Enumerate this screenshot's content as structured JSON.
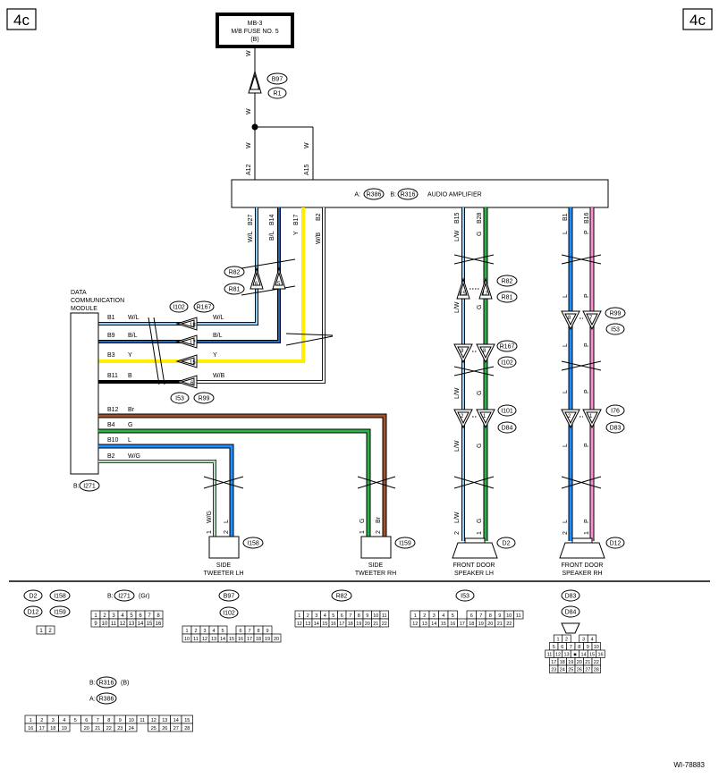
{
  "page_tag": "4c",
  "fuse": {
    "line1": "MB-3",
    "line2": "M/B FUSE NO. 5",
    "line3": "(B)"
  },
  "amplifier": {
    "prefix_a": "A:",
    "conn_a": "R386",
    "prefix_b": "B:",
    "conn_b": "R316",
    "name": "AUDIO AMPLIFIER"
  },
  "dcm": {
    "line1": "DATA",
    "line2": "COMMUNICATION",
    "line3": "MODULE",
    "conn_prefix": "B:",
    "conn": "I271"
  },
  "refs": {
    "b97": "B97",
    "r1": "R1",
    "r82_left": "R82",
    "r81_left": "R81",
    "i102_top": "I102",
    "r167_top": "R167",
    "i53_bottom": "I53",
    "r99_bottom": "R99",
    "r82_mid": "R82",
    "r81_mid": "R81",
    "r167_mid": "R167",
    "i102_mid": "I102",
    "i101": "I101",
    "d84": "D84",
    "r99_right": "R99",
    "i53_right": "I53",
    "i76": "I76",
    "d83": "D83",
    "i158": "I158",
    "i159": "I159",
    "d2": "D2",
    "d12": "D12"
  },
  "wire_labels": {
    "w": "W",
    "a12": "A12",
    "a15": "A15",
    "b27": "B27",
    "wl": "W/L",
    "b14": "B14",
    "bl": "B/L",
    "b17": "B17",
    "y": "Y",
    "b2": "B2",
    "wb": "W/B",
    "b15": "B15",
    "lw": "L/W",
    "b28": "B28",
    "g": "G",
    "b1": "B1",
    "l": "L",
    "b16": "B16",
    "p": "P",
    "dcm_b1": "B1",
    "dcm_b9": "B9",
    "dcm_b3": "B3",
    "dcm_b11": "B11",
    "dcm_b12": "B12",
    "dcm_b4": "B4",
    "dcm_b10": "B10",
    "dcm_b2": "B2",
    "wg": "W/G",
    "b": "B",
    "br": "Br",
    "pin1": "1",
    "pin2": "2",
    "pin18": "18",
    "pin17": "17",
    "pin15": "15",
    "pin6": "6",
    "pin8": "8",
    "pin5": "5",
    "pin12": "12",
    "pin7": "7",
    "pin9": "9",
    "pin13": "13",
    "pin14": "14",
    "pin3": "3",
    "pin4": "4"
  },
  "components": {
    "tweeter_lh": [
      "SIDE",
      "TWEETER LH"
    ],
    "tweeter_rh": [
      "SIDE",
      "TWEETER RH"
    ],
    "spk_lh": [
      "FRONT DOOR",
      "SPEAKER LH"
    ],
    "spk_rh": [
      "FRONT DOOR",
      "SPEAKER RH"
    ]
  },
  "legend": {
    "d2": "D2",
    "i158": "I158",
    "d12": "D12",
    "i159": "I159",
    "i271_prefix": "B:",
    "i271": "I271",
    "i271_suffix": "(Gr)",
    "b97": "B97",
    "i102": "I102",
    "r82": "R82",
    "i53": "I53",
    "d83": "D83",
    "d84": "D84",
    "r316_prefix": "B:",
    "r316": "R316",
    "r316_suffix": "(B)",
    "r386_prefix": "A:",
    "r386": "R386"
  },
  "connectors": {
    "c2": [
      [
        "1",
        "2"
      ]
    ],
    "i271": [
      [
        "1",
        "2",
        "3",
        "4",
        "5",
        "6",
        "7",
        "8"
      ],
      [
        "9",
        "10",
        "11",
        "12",
        "13",
        "14",
        "15",
        "16"
      ]
    ],
    "i102": [
      [
        "1",
        "2",
        "3",
        "4",
        "5",
        "",
        "6",
        "7",
        "8",
        "9"
      ],
      [
        "10",
        "11",
        "12",
        "13",
        "14",
        "15",
        "16",
        "17",
        "18",
        "19",
        "20"
      ]
    ],
    "r82": [
      [
        "1",
        "2",
        "3",
        "4",
        "5",
        "6",
        "7",
        "8",
        "9",
        "10",
        "11"
      ],
      [
        "12",
        "13",
        "14",
        "15",
        "16",
        "17",
        "18",
        "19",
        "20",
        "21",
        "22"
      ]
    ],
    "i53": [
      [
        "1",
        "2",
        "3",
        "4",
        "5",
        "",
        "6",
        "7",
        "8",
        "9",
        "10",
        "11"
      ],
      [
        "12",
        "13",
        "14",
        "15",
        "16",
        "17",
        "18",
        "19",
        "20",
        "21",
        "22"
      ]
    ],
    "d83": [
      [
        "1",
        "2",
        "",
        "3",
        "4"
      ],
      [
        "5",
        "6",
        "7",
        "8",
        "9",
        "10"
      ],
      [
        "11",
        "12",
        "13",
        "■",
        "14",
        "15",
        "16"
      ],
      [
        "17",
        "18",
        "19",
        "20",
        "21",
        "22"
      ],
      [
        "23",
        "24",
        "25",
        "26",
        "27",
        "28"
      ]
    ],
    "r386": [
      [
        "1",
        "2",
        "3",
        "4",
        "5",
        "6",
        "7",
        "8",
        "9",
        "10",
        "11",
        "12",
        "13",
        "14",
        "15"
      ],
      [
        "16",
        "17",
        "18",
        "19",
        "",
        "20",
        "21",
        "22",
        "23",
        "24",
        "",
        "25",
        "26",
        "27",
        "28"
      ]
    ]
  },
  "footer_code": "WI-78883"
}
